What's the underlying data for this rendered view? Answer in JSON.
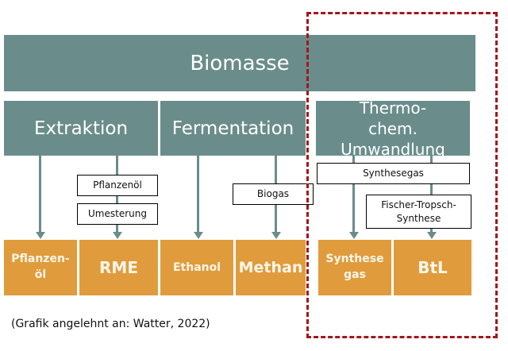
{
  "diagram": {
    "root": {
      "label": "Biomasse"
    },
    "processes": [
      {
        "label": "Extraktion"
      },
      {
        "label": "Fermentation"
      },
      {
        "label": "Thermo-chem. Umwandlung"
      }
    ],
    "intermediates": [
      {
        "label": "Pflanzenöl"
      },
      {
        "label": "Umesterung"
      },
      {
        "label": "Biogas"
      },
      {
        "label": "Synthesegas"
      },
      {
        "label": "Fischer-Tropsch-Synthese"
      }
    ],
    "products": [
      {
        "label": "Pflanzen-öl"
      },
      {
        "label": "RME"
      },
      {
        "label": "Ethanol"
      },
      {
        "label": "Methan"
      },
      {
        "label": "Synthese gas"
      },
      {
        "label": "BtL"
      }
    ],
    "caption": "(Grafik angelehnt an: Watter, 2022)",
    "colors": {
      "process": "#6a8d8b",
      "product": "#e09c3c",
      "highlight": "#a3161c"
    }
  }
}
